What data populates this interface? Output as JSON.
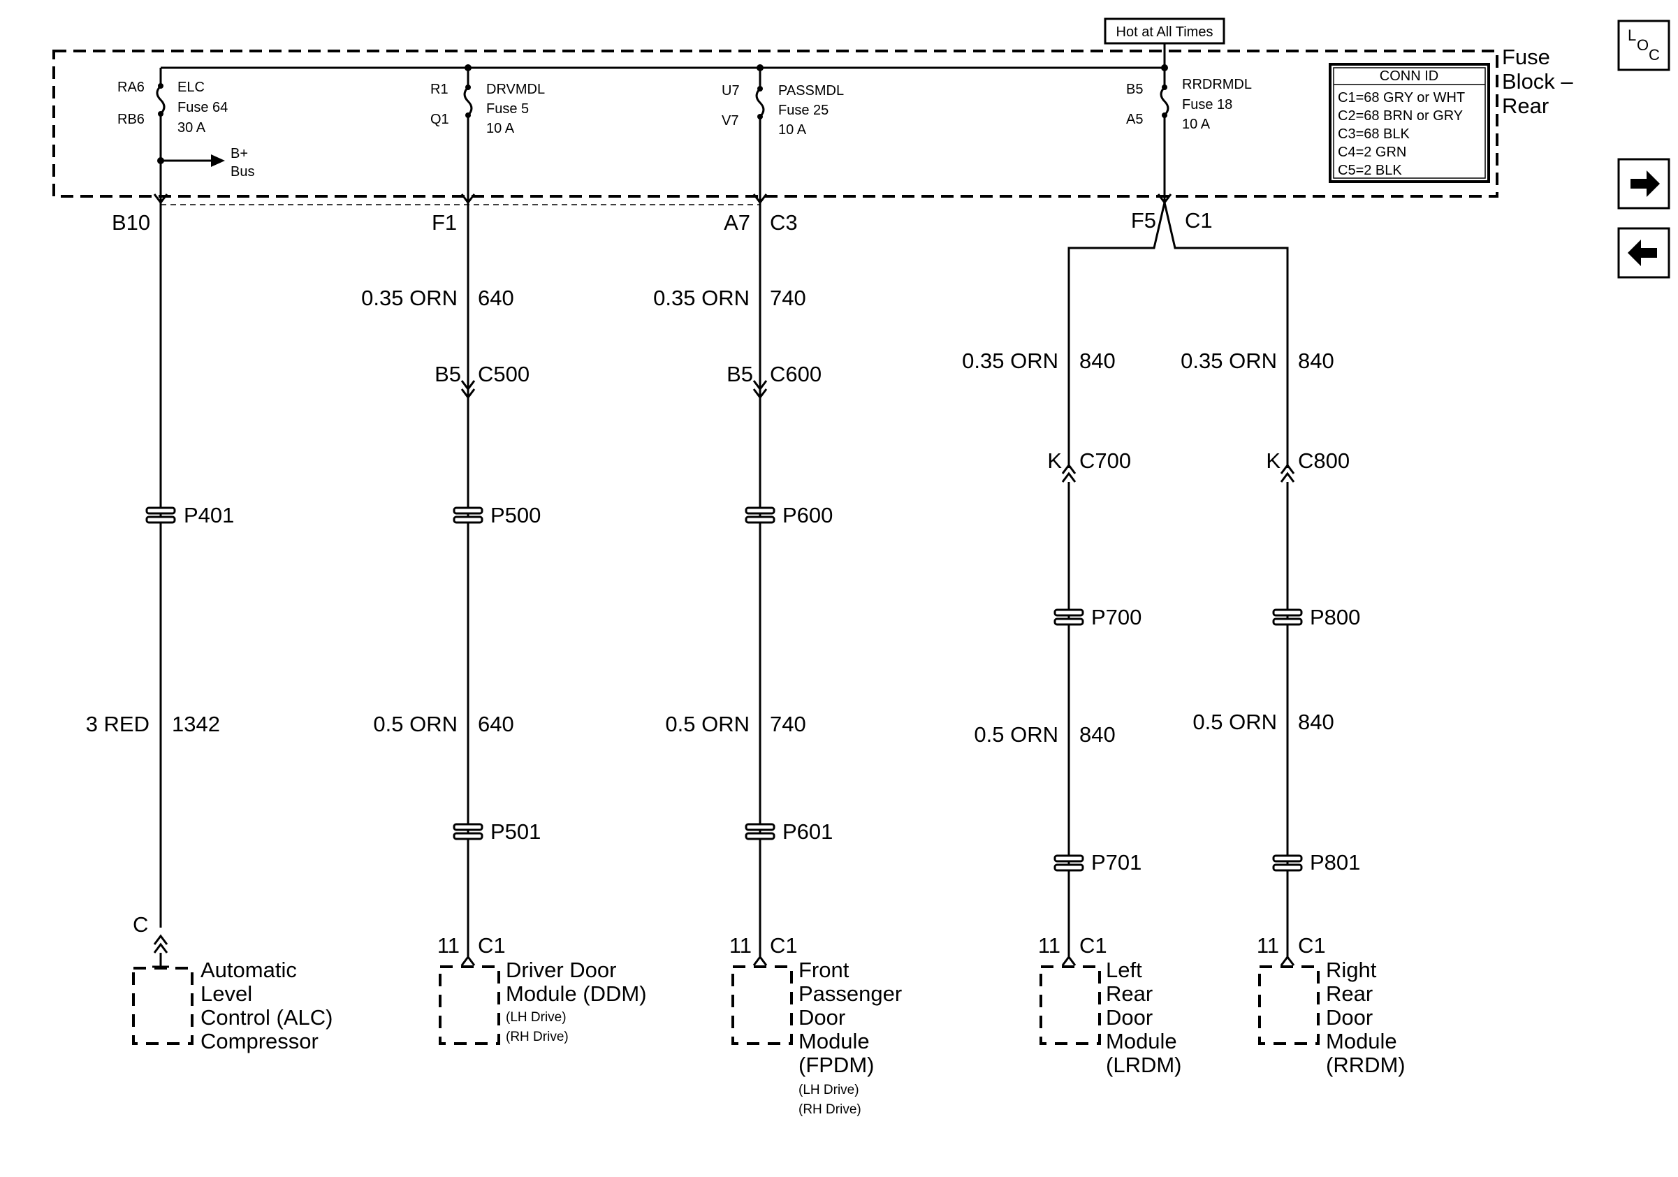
{
  "hot_label": "Hot at All Times",
  "fuse_block": {
    "title_lines": [
      "Fuse",
      "Block –",
      "Rear"
    ],
    "conn_id": {
      "title": "CONN ID",
      "rows": [
        "C1=68 GRY or WHT",
        "C2=68 BRN or GRY",
        "C3=68 BLK",
        "C4=2 GRN",
        "C5=2 BLK"
      ]
    },
    "fuses": [
      {
        "top_pin": "RA6",
        "bottom_pin": "RB6",
        "name": "ELC",
        "fuse": "Fuse 64",
        "amps": "30 A"
      },
      {
        "top_pin": "R1",
        "bottom_pin": "Q1",
        "name": "DRVMDL",
        "fuse": "Fuse 5",
        "amps": "10 A"
      },
      {
        "top_pin": "U7",
        "bottom_pin": "V7",
        "name": "PASSMDL",
        "fuse": "Fuse 25",
        "amps": "10 A"
      },
      {
        "top_pin": "B5",
        "bottom_pin": "A5",
        "name": "RRDRMDL",
        "fuse": "Fuse 18",
        "amps": "10 A"
      }
    ],
    "bplus_lines": [
      "B+",
      "Bus"
    ]
  },
  "circuits": {
    "alc": {
      "terminal": "B10",
      "splice": "P401",
      "wire": {
        "gauge": "3 RED",
        "circuit": "1342"
      },
      "conn_pin": "C",
      "component_lines": [
        "Automatic",
        "Level",
        "Control (ALC)",
        "Compressor"
      ]
    },
    "ddm": {
      "terminal": "F1",
      "wire1": {
        "gauge": "0.35 ORN",
        "circuit": "640"
      },
      "inline": {
        "pin": "B5",
        "conn": "C500"
      },
      "splice1": "P500",
      "wire2": {
        "gauge": "0.5 ORN",
        "circuit": "640"
      },
      "splice2": "P501",
      "conn": {
        "pin": "11",
        "id": "C1"
      },
      "component_lines": [
        "Driver Door",
        "Module (DDM)"
      ],
      "notes": [
        "(LH Drive)",
        "(RH Drive)"
      ]
    },
    "fpdm": {
      "terminal_pin": "A7",
      "terminal_conn": "C3",
      "wire1": {
        "gauge": "0.35 ORN",
        "circuit": "740"
      },
      "inline": {
        "pin": "B5",
        "conn": "C600"
      },
      "splice1": "P600",
      "wire2": {
        "gauge": "0.5 ORN",
        "circuit": "740"
      },
      "splice2": "P601",
      "conn": {
        "pin": "11",
        "id": "C1"
      },
      "component_lines": [
        "Front",
        "Passenger",
        "Door",
        "Module",
        "(FPDM)"
      ],
      "notes": [
        "(LH Drive)",
        "(RH Drive)"
      ]
    },
    "rear_terminal": {
      "pin": "F5",
      "conn": "C1"
    },
    "lrdm": {
      "wire1": {
        "gauge": "0.35 ORN",
        "circuit": "840"
      },
      "inline": {
        "pin": "K",
        "conn": "C700"
      },
      "splice1": "P700",
      "wire2": {
        "gauge": "0.5 ORN",
        "circuit": "840"
      },
      "splice2": "P701",
      "conn": {
        "pin": "11",
        "id": "C1"
      },
      "component_lines": [
        "Left",
        "Rear",
        "Door",
        "Module",
        "(LRDM)"
      ]
    },
    "rrdm": {
      "wire1": {
        "gauge": "0.35 ORN",
        "circuit": "840"
      },
      "inline": {
        "pin": "K",
        "conn": "C800"
      },
      "splice1": "P800",
      "wire2": {
        "gauge": "0.5 ORN",
        "circuit": "840"
      },
      "splice2": "P801",
      "conn": {
        "pin": "11",
        "id": "C1"
      },
      "component_lines": [
        "Right",
        "Rear",
        "Door",
        "Module",
        "(RRDM)"
      ]
    }
  },
  "nav": {
    "loc_letters": [
      "L",
      "O",
      "C"
    ],
    "next_icon": "arrow-right-icon",
    "prev_icon": "arrow-left-icon"
  }
}
